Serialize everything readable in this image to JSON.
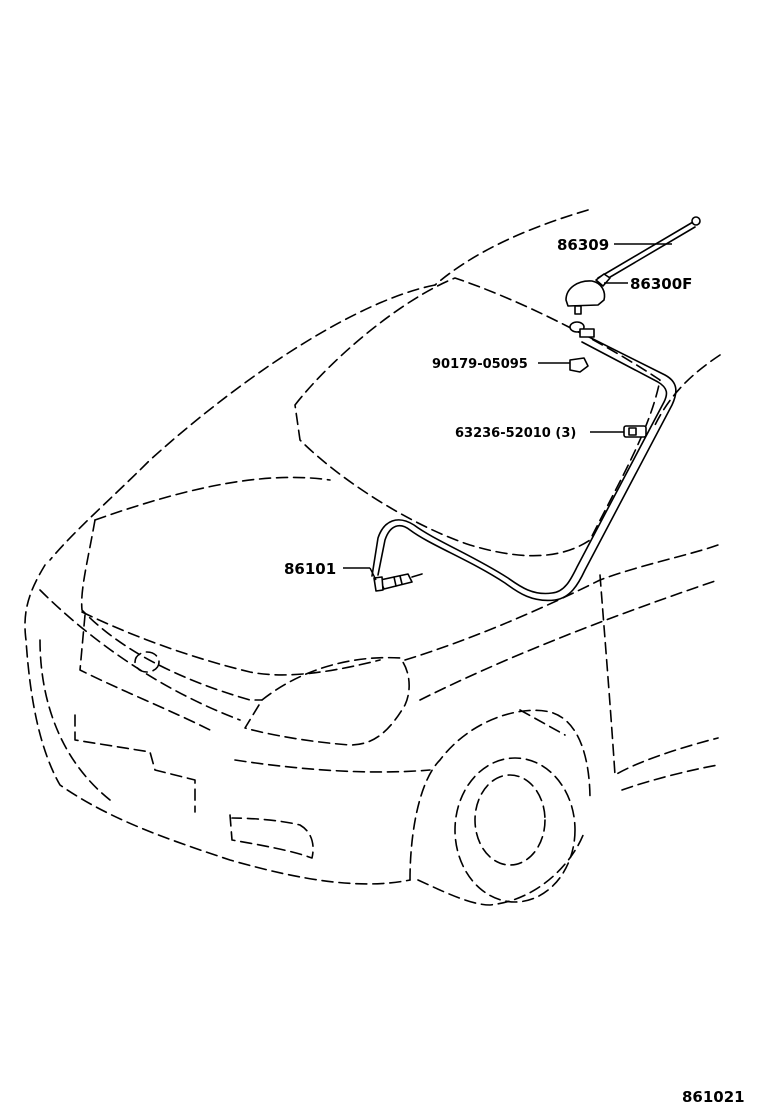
{
  "parts": [
    {
      "id": "antenna-rod",
      "number": "86309"
    },
    {
      "id": "antenna-base",
      "number": "86300F"
    },
    {
      "id": "nut",
      "number": "90179-05095"
    },
    {
      "id": "clip",
      "number": "63236-52010 (3)"
    },
    {
      "id": "antenna-cable",
      "number": "86101"
    }
  ],
  "diagram_code": "861021"
}
